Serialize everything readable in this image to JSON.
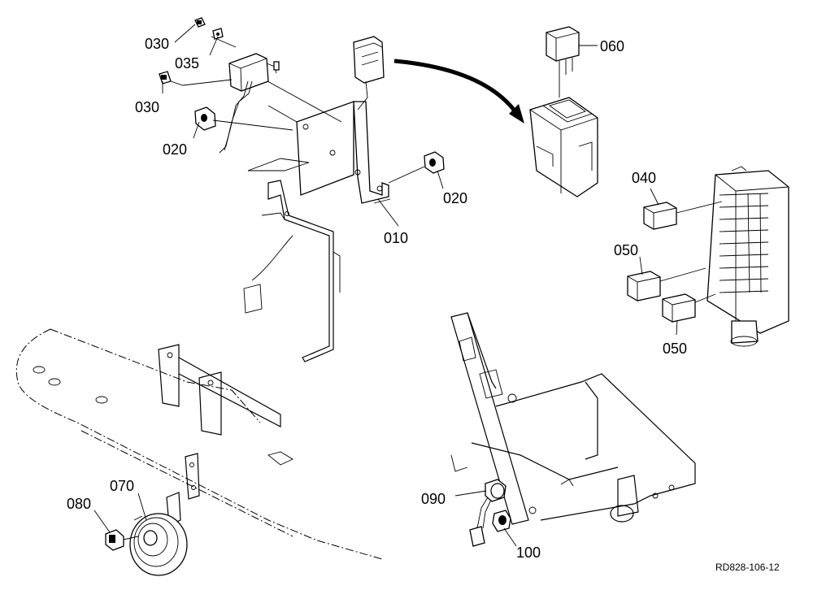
{
  "callouts": [
    {
      "id": "c-030a",
      "text": "030"
    },
    {
      "id": "c-035",
      "text": "035"
    },
    {
      "id": "c-030b",
      "text": "030"
    },
    {
      "id": "c-020a",
      "text": "020"
    },
    {
      "id": "c-020b",
      "text": "020"
    },
    {
      "id": "c-010",
      "text": "010"
    },
    {
      "id": "c-060",
      "text": "060"
    },
    {
      "id": "c-040",
      "text": "040"
    },
    {
      "id": "c-050a",
      "text": "050"
    },
    {
      "id": "c-050b",
      "text": "050"
    },
    {
      "id": "c-070",
      "text": "070"
    },
    {
      "id": "c-080",
      "text": "080"
    },
    {
      "id": "c-090",
      "text": "090"
    },
    {
      "id": "c-100",
      "text": "100"
    }
  ],
  "reference_code": "RD828-106-12"
}
